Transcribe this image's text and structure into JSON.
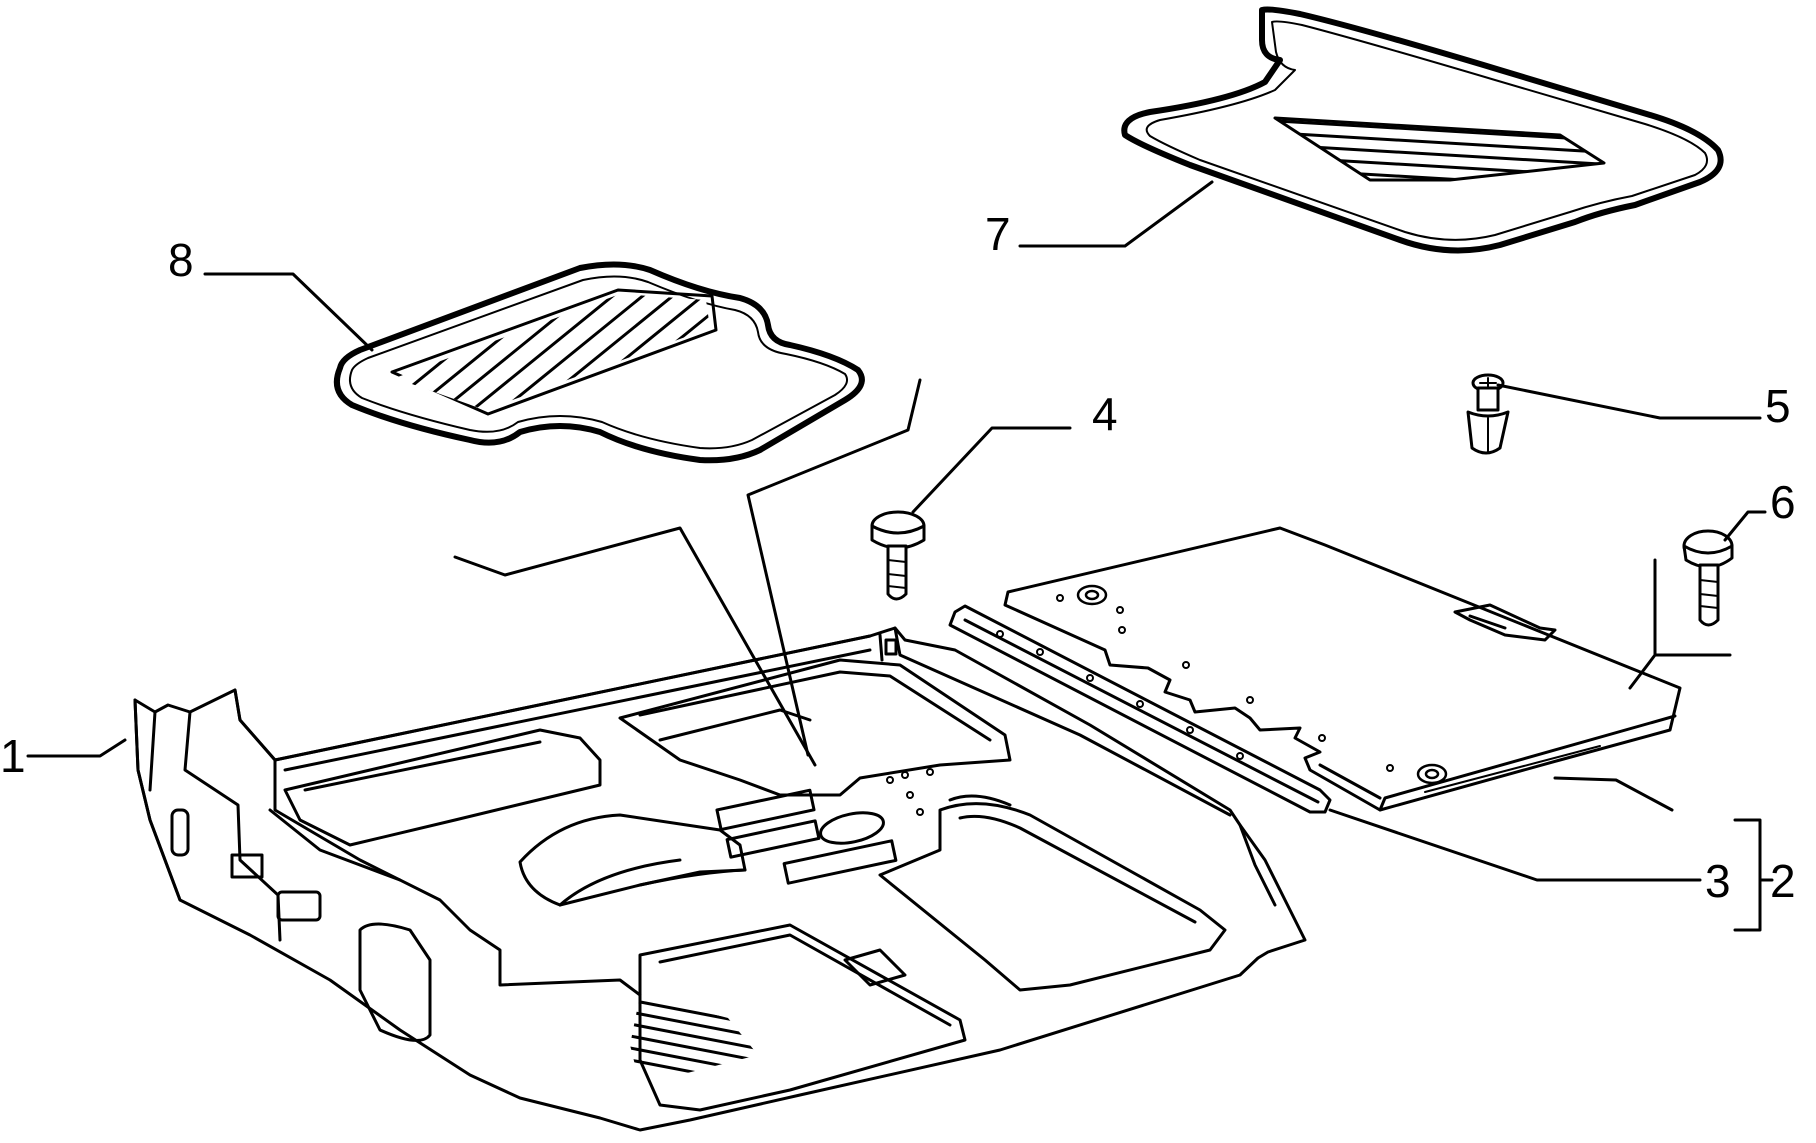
{
  "diagram": {
    "callouts": [
      {
        "id": "1",
        "label": "1"
      },
      {
        "id": "2",
        "label": "2"
      },
      {
        "id": "3",
        "label": "3"
      },
      {
        "id": "4",
        "label": "4"
      },
      {
        "id": "5",
        "label": "5"
      },
      {
        "id": "6",
        "label": "6"
      },
      {
        "id": "7",
        "label": "7"
      },
      {
        "id": "8",
        "label": "8"
      }
    ]
  },
  "colors": {
    "ink": "#000000",
    "background": "#ffffff"
  }
}
